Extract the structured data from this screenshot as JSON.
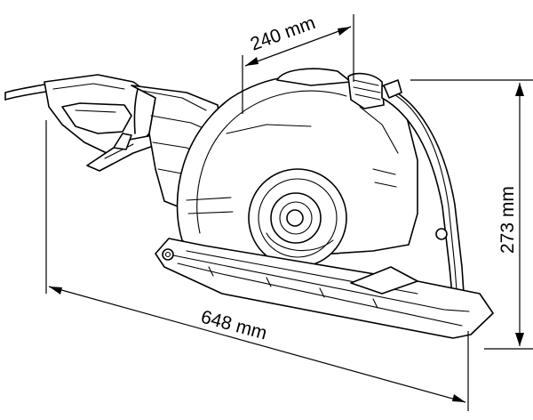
{
  "dimensions": {
    "blade_depth_label": "240 mm",
    "height_label": "273 mm",
    "length_label": "648 mm"
  }
}
